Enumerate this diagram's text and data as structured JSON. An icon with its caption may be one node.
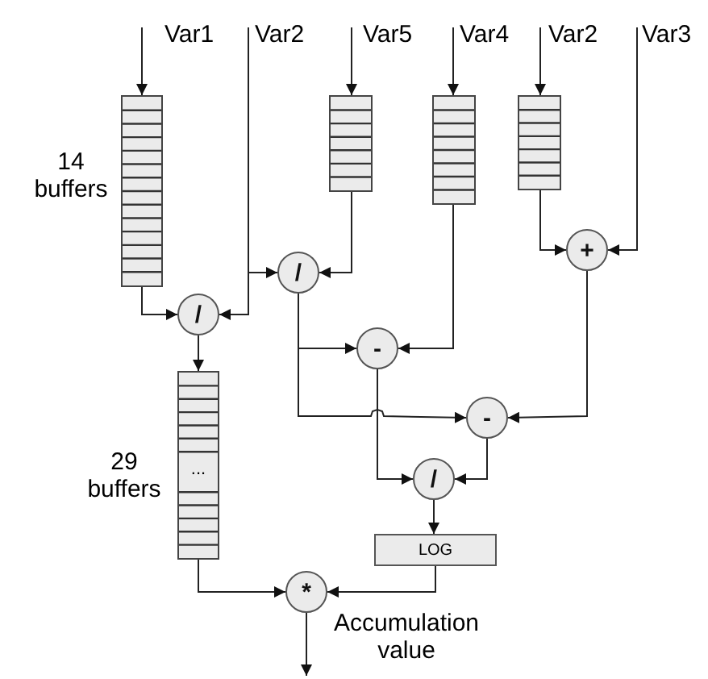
{
  "diagram": {
    "nodes": [
      {
        "text": [
          "Var1"
        ]
      },
      {
        "text": [
          "Var2"
        ]
      },
      {
        "text": [
          "Var5"
        ]
      },
      {
        "text": [
          "Var4"
        ]
      },
      {
        "text": [
          "Var2"
        ]
      },
      {
        "text": [
          "Var3"
        ]
      },
      {
        "text": [],
        "shape": "box",
        "beside": [
          "14 buffers"
        ]
      },
      {
        "text": [],
        "shape": "box"
      },
      {
        "text": [],
        "shape": "box"
      },
      {
        "text": [],
        "shape": "box"
      },
      {
        "text": [
          "/"
        ]
      },
      {
        "text": [
          "/"
        ]
      },
      {
        "text": [
          "-"
        ]
      },
      {
        "text": [
          "+"
        ]
      },
      {
        "text": [
          "-"
        ]
      },
      {
        "text": [
          "/"
        ]
      },
      {
        "text": [
          "..."
        ],
        "beside": [
          "29 buffers"
        ]
      },
      {
        "text": [
          "LOG"
        ]
      },
      {
        "text": [
          "*"
        ],
        "beside": [
          "Accumulation value"
        ]
      }
    ],
    "edges": [
      {
        "from": 0,
        "to": 6,
        "arrow": "to"
      },
      {
        "from": 1,
        "to": 10,
        "arrow": "to"
      },
      {
        "from": 1,
        "to": 11,
        "arrow": "to"
      },
      {
        "from": 2,
        "to": 7,
        "arrow": "to"
      },
      {
        "from": 3,
        "to": 8,
        "arrow": "to"
      },
      {
        "from": 4,
        "to": 9,
        "arrow": "to"
      },
      {
        "from": 6,
        "to": 10,
        "arrow": "to"
      },
      {
        "from": 10,
        "to": 16,
        "arrow": "to"
      },
      {
        "from": 7,
        "to": 11,
        "arrow": "to"
      },
      {
        "from": 11,
        "to": 12,
        "arrow": "to"
      },
      {
        "from": 11,
        "to": 14,
        "arrow": "to"
      },
      {
        "from": 8,
        "to": 12,
        "arrow": "to"
      },
      {
        "from": 9,
        "to": 13,
        "arrow": "to"
      },
      {
        "from": 5,
        "to": 13,
        "arrow": "to"
      },
      {
        "from": 13,
        "to": 14,
        "arrow": "to"
      },
      {
        "from": 12,
        "to": 15,
        "arrow": "to"
      },
      {
        "from": 14,
        "to": 15,
        "arrow": "to"
      },
      {
        "from": 15,
        "to": 17,
        "arrow": "to"
      },
      {
        "from": 16,
        "to": 18,
        "arrow": "to"
      },
      {
        "from": 17,
        "to": 18,
        "arrow": "to"
      },
      {
        "from": 18,
        "to": null,
        "arrow": "to"
      }
    ]
  }
}
